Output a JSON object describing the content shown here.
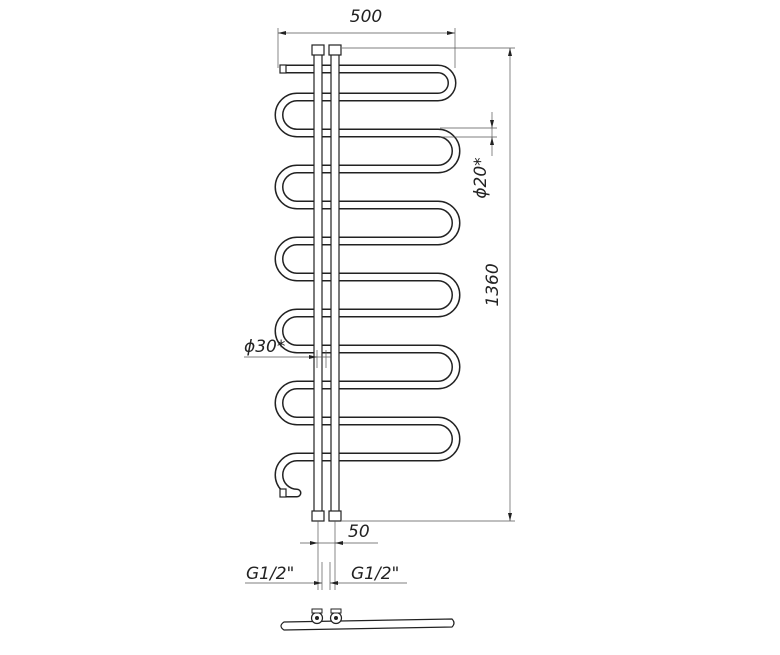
{
  "drawing": {
    "dimensions": {
      "width": "500",
      "height": "1360",
      "tube_diameter": "ϕ20*",
      "collector_diameter": "ϕ30*",
      "connection_spacing": "50",
      "thread_left": "G1/2\"",
      "thread_right": "G1/2\""
    }
  }
}
